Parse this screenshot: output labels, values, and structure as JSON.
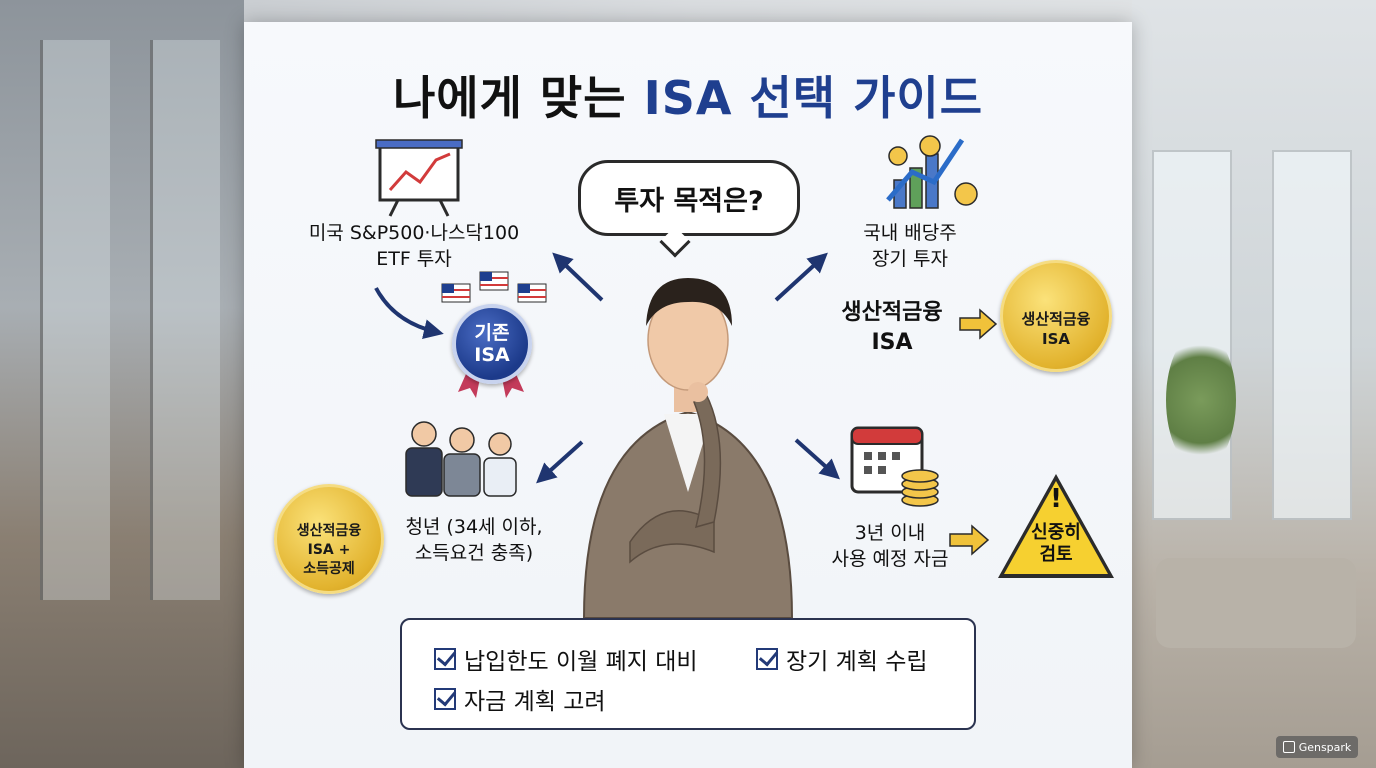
{
  "title": {
    "main": "나에게 맞는 ",
    "accent": "ISA 선택 가이드"
  },
  "question": "투자 목적은?",
  "branches": {
    "us_etf": {
      "line1": "미국 S&P500·나스닥100",
      "line2": "ETF 투자",
      "badge_line1": "기존",
      "badge_line2": "ISA"
    },
    "dividend": {
      "line1": "국내 배당주",
      "line2": "장기 투자",
      "result_line1": "생산적금융",
      "result_line2": "ISA",
      "badge_line1": "생산적금융",
      "badge_line2": "ISA"
    },
    "youth": {
      "line1": "청년 (34세 이하,",
      "line2": "소득요건 충족)",
      "badge_line1": "생산적금융",
      "badge_line2": "ISA +",
      "badge_line3": "소득공제"
    },
    "short_term": {
      "line1": "3년 이내",
      "line2": "사용 예정 자금",
      "warn_line1": "신중히",
      "warn_line2": "검토",
      "warn_mark": "!"
    }
  },
  "checklist": [
    {
      "label": "납입한도 이월 폐지 대비"
    },
    {
      "label": "장기 계획 수립"
    },
    {
      "label": "자금 계획 고려"
    }
  ],
  "watermark": "Genspark",
  "colors": {
    "accent": "#1f3f8f",
    "gold": "#e2b32e",
    "warning": "#f6d030",
    "arrow": "#1f3570"
  }
}
